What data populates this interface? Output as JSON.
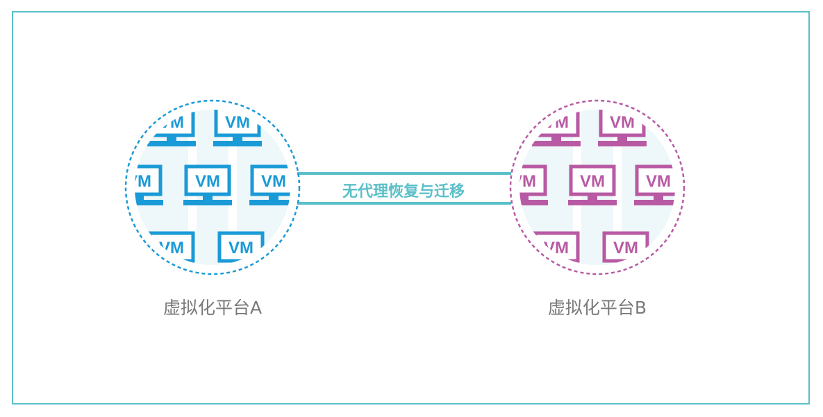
{
  "platform_a": {
    "label": "虚拟化平台A",
    "color": "#1a9ad6"
  },
  "platform_b": {
    "label": "虚拟化平台B",
    "color": "#b85aa3"
  },
  "link": {
    "label": "无代理恢复与迁移",
    "color": "#5bbfc8"
  },
  "vm_label": "VM",
  "circle_fill": "#eef7f9"
}
